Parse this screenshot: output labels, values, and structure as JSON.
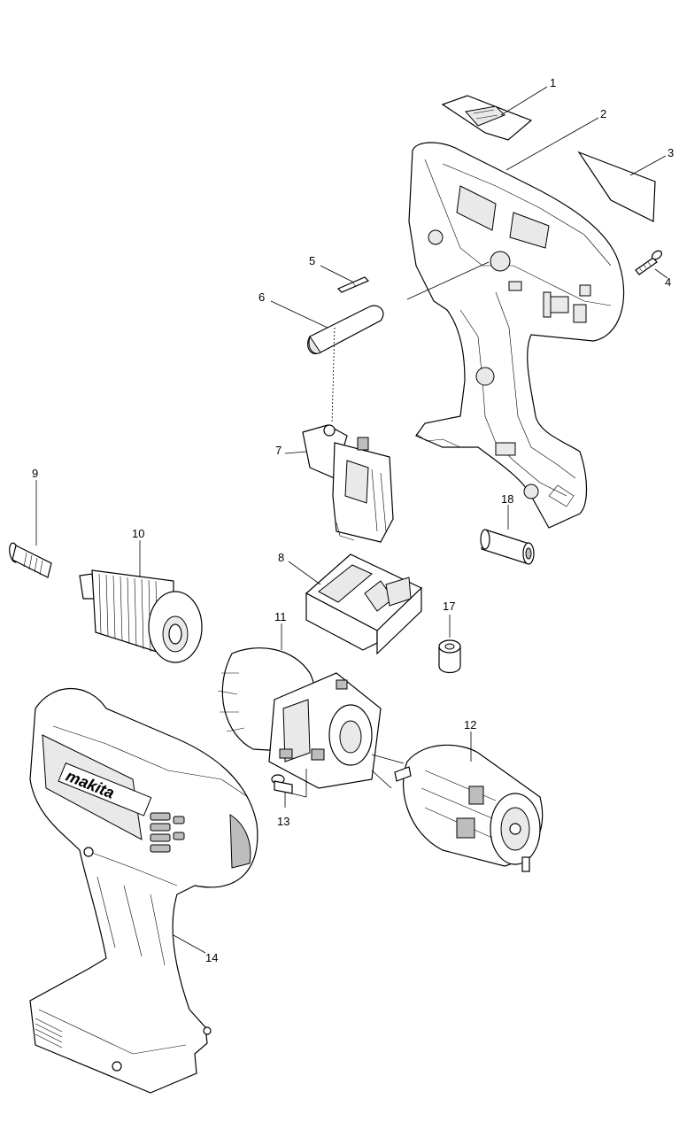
{
  "diagram": {
    "brand_logo": "makita",
    "part_numbers": [
      "1",
      "2",
      "3",
      "4",
      "5",
      "6",
      "7",
      "8",
      "9",
      "10",
      "11",
      "12",
      "13",
      "14",
      "17",
      "18"
    ]
  }
}
